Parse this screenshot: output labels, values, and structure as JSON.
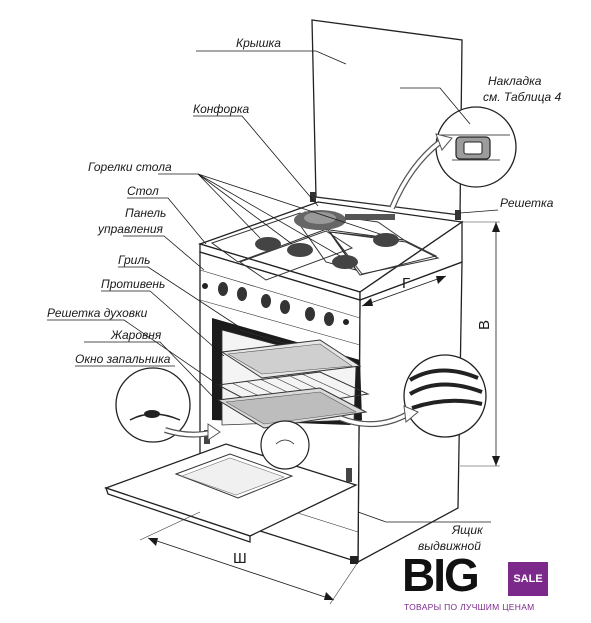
{
  "labels": {
    "lid": "Крышка",
    "trim": "Накладка",
    "trim_ref": "см. Таблица 4",
    "burner": "Конфорка",
    "hob_burners": "Горелки стола",
    "table": "Стол",
    "panel_1": "Панель",
    "panel_2": "управления",
    "grate": "Решетка",
    "grill": "Гриль",
    "tray": "Противень",
    "oven_rack": "Решетка духовки",
    "roaster": "Жаровня",
    "ignition_window": "Окно запальника",
    "drawer_1": "Ящик",
    "drawer_2": "выдвижной"
  },
  "dimensions": {
    "width": "Ш",
    "height": "В",
    "depth": "Г"
  },
  "logo": {
    "brand": "BIG",
    "badge": "SALE",
    "tagline": "ТОВАРЫ ПО ЛУЧШИМ ЦЕНАМ",
    "badge_color": "#7b2a8c"
  }
}
